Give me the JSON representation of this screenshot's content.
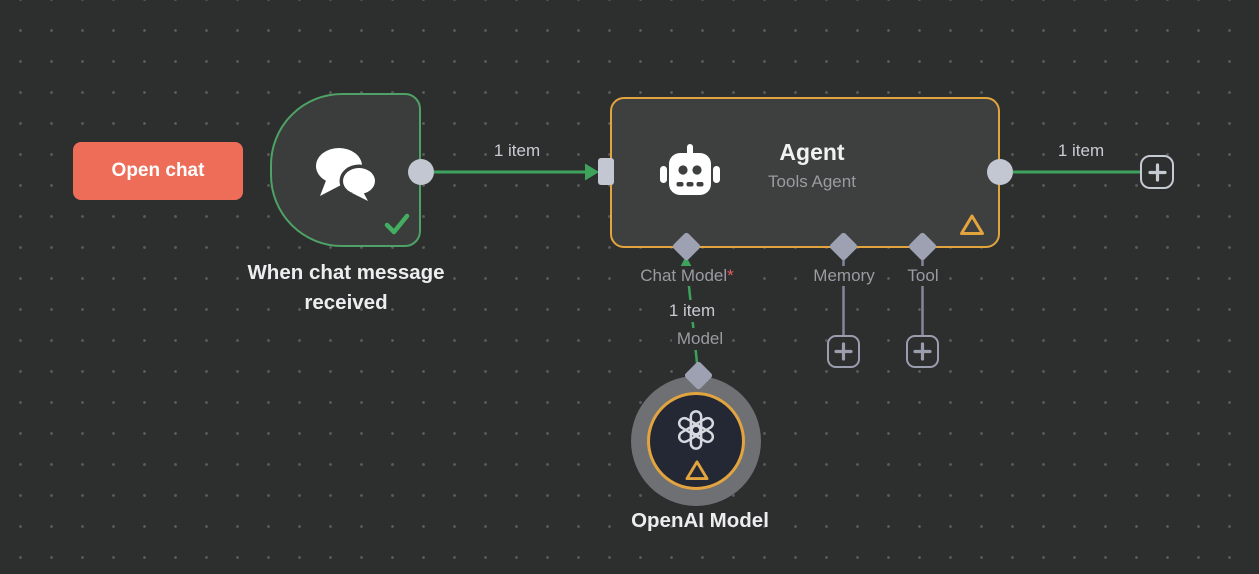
{
  "canvas": {
    "background_color": "#2d2e2e",
    "grid_dot_color": "#585858"
  },
  "toolbar": {
    "open_chat_label": "Open chat",
    "open_chat_color": "#ed6d58"
  },
  "colors": {
    "trigger_border_green": "#4ea266",
    "connection_green": "#3da35c",
    "agent_border_orange": "#e2a43e",
    "warning_orange": "#e2a43e",
    "connector_gray": "#c3c7d2",
    "port_diamond_gray": "#9da1b2",
    "sub_connection_gray": "#83869a",
    "required_red": "#ee5c63",
    "openai_inner_bg": "#242734"
  },
  "workflow": {
    "trigger": {
      "name": "When chat message received",
      "icon": "chat-bubbles",
      "status": "success-check",
      "border_color": "#4ea266"
    },
    "agent": {
      "title": "Agent",
      "subtitle": "Tools Agent",
      "icon": "robot",
      "warning": true,
      "input_ports": {
        "chat_model": {
          "label": "Chat Model",
          "required_marker": "*"
        },
        "memory": {
          "label": "Memory"
        },
        "tool": {
          "label": "Tool"
        }
      }
    },
    "openai": {
      "name": "OpenAI Model",
      "icon": "openai-logo",
      "warning": true
    },
    "edges": {
      "trigger_to_agent": {
        "items_label": "1 item"
      },
      "agent_to_next": {
        "items_label": "1 item"
      },
      "openai_to_agent": {
        "items_label": "1 item",
        "output_label": "Model"
      }
    }
  }
}
